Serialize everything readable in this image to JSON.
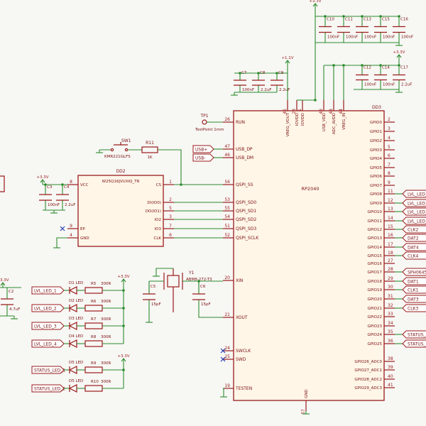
{
  "mcu": {
    "ref": "DD3",
    "value": "RP2040",
    "left_pins": [
      {
        "num": "26",
        "name": "RUN"
      },
      {
        "num": "47",
        "name": "USB_DP"
      },
      {
        "num": "46",
        "name": "USB_DM"
      },
      {
        "num": "56",
        "name": "QSPI_SS"
      },
      {
        "num": "53",
        "name": "QSPI_SD0"
      },
      {
        "num": "55",
        "name": "QSPI_SD1"
      },
      {
        "num": "54",
        "name": "QSPI_SD2"
      },
      {
        "num": "51",
        "name": "QSPI_SD3"
      },
      {
        "num": "52",
        "name": "QSPI_SCLK"
      },
      {
        "num": "20",
        "name": "XIN"
      },
      {
        "num": "21",
        "name": "XOUT"
      },
      {
        "num": "24",
        "name": "SWCLK"
      },
      {
        "num": "25",
        "name": "SWD"
      },
      {
        "num": "19",
        "name": "TESTEN"
      }
    ],
    "top_pins": [
      {
        "num": "45",
        "name": "VREG_VOUT"
      },
      {
        "num": "23",
        "name": "IOVDD"
      },
      {
        "num": "1",
        "name": "IOVDD"
      },
      {
        "num": "48",
        "name": "USB_VDD"
      },
      {
        "num": "43",
        "name": "ADC_AVDD"
      },
      {
        "num": "44",
        "name": "VREG_IN"
      }
    ],
    "bottom_pins": [
      {
        "num": "57",
        "name": "GND"
      }
    ],
    "right_pins": [
      {
        "num": "2",
        "name": "GPIO0"
      },
      {
        "num": "3",
        "name": "GPIO1"
      },
      {
        "num": "4",
        "name": "GPIO2"
      },
      {
        "num": "5",
        "name": "GPIO3"
      },
      {
        "num": "6",
        "name": "GPIO4"
      },
      {
        "num": "7",
        "name": "GPIO5"
      },
      {
        "num": "8",
        "name": "GPIO6"
      },
      {
        "num": "9",
        "name": "GPIO7"
      },
      {
        "num": "11",
        "name": "GPIO8"
      },
      {
        "num": "12",
        "name": "GPIO9"
      },
      {
        "num": "13",
        "name": "GPIO10"
      },
      {
        "num": "14",
        "name": "GPIO11"
      },
      {
        "num": "15",
        "name": "GPIO12"
      },
      {
        "num": "16",
        "name": "GPIO13"
      },
      {
        "num": "17",
        "name": "GPIO14"
      },
      {
        "num": "18",
        "name": "GPIO15"
      },
      {
        "num": "27",
        "name": "GPIO16"
      },
      {
        "num": "28",
        "name": "GPIO17"
      },
      {
        "num": "29",
        "name": "GPIO18"
      },
      {
        "num": "30",
        "name": "GPIO19"
      },
      {
        "num": "31",
        "name": "GPIO20"
      },
      {
        "num": "32",
        "name": "GPIO21"
      },
      {
        "num": "33",
        "name": "GPIO22"
      },
      {
        "num": "34",
        "name": "GPIO23"
      },
      {
        "num": "35",
        "name": "GPIO24"
      },
      {
        "num": "36",
        "name": "GPIO25"
      },
      {
        "num": "38",
        "name": "GPIO26_ADC0"
      },
      {
        "num": "39",
        "name": "GPIO27_ADC1"
      },
      {
        "num": "40",
        "name": "GPIO28_ADC2"
      },
      {
        "num": "41",
        "name": "GPIO29_ADC3"
      }
    ]
  },
  "flash": {
    "ref": "DD2",
    "value": "W25Q16JVUXIQ_TR",
    "left_pins": [
      {
        "num": "8",
        "name": "VCC"
      },
      {
        "num": "9",
        "name": "EP"
      },
      {
        "num": "4",
        "name": "GND"
      }
    ],
    "right_pins": [
      {
        "num": "1",
        "name": "CS"
      },
      {
        "num": "2",
        "name": "DI(IO0)"
      },
      {
        "num": "5",
        "name": "DO(IO1)"
      },
      {
        "num": "3",
        "name": "IO2"
      },
      {
        "num": "7",
        "name": "IO3"
      },
      {
        "num": "6",
        "name": "CLK"
      }
    ]
  },
  "switch": {
    "ref": "SW1",
    "value": "KMR221GLFS"
  },
  "resistor_r11": {
    "ref": "R11",
    "value": "1K"
  },
  "testpoint": {
    "ref": "TP1",
    "value": "TestPoint 1mm"
  },
  "crystal": {
    "ref": "Y1",
    "value": "ABM8-272-T3"
  },
  "crystal_caps": [
    {
      "ref": "C5",
      "value": "15pF"
    },
    {
      "ref": "C6",
      "value": "15pF"
    }
  ],
  "top_caps": [
    {
      "ref": "C10",
      "value": "100nF"
    },
    {
      "ref": "C11",
      "value": "100nF"
    },
    {
      "ref": "C13",
      "value": "100nF"
    },
    {
      "ref": "C15",
      "value": "100nF"
    },
    {
      "ref": "C16",
      "value": "100nF"
    }
  ],
  "vreg_caps": [
    {
      "ref": "C7",
      "value": "100nF"
    },
    {
      "ref": "C8",
      "value": "2.2uF"
    },
    {
      "ref": "C9",
      "value": "2.2uF"
    }
  ],
  "adc_caps": [
    {
      "ref": "C12",
      "value": "100nF"
    },
    {
      "ref": "C14",
      "value": "100nF"
    },
    {
      "ref": "C17",
      "value": "2.2uF"
    }
  ],
  "flash_caps": [
    {
      "ref": "C3",
      "value": "100nF"
    },
    {
      "ref": "C4",
      "value": "2.2uF"
    }
  ],
  "left_cap": {
    "ref": "C2",
    "value": "4.7uF"
  },
  "power": {
    "v33": "+3.3V",
    "v11": "+1.1V"
  },
  "usb_labels": [
    "USB+",
    "USB-"
  ],
  "leds": [
    {
      "net": "LVL_LED_1",
      "ref": "D1",
      "kind": "LED",
      "res": "R5",
      "res_val": "300R"
    },
    {
      "net": "LVL_LED_2",
      "ref": "D2",
      "kind": "LED",
      "res": "R6",
      "res_val": "300R"
    },
    {
      "net": "LVL_LED_3",
      "ref": "D3",
      "kind": "LED",
      "res": "R7",
      "res_val": "300R"
    },
    {
      "net": "LVL_LED_4",
      "ref": "D4",
      "kind": "LED",
      "res": "R8",
      "res_val": "300R"
    },
    {
      "net": "STATUS_LED_1",
      "ref": "D5",
      "kind": "LED",
      "res": "R9",
      "res_val": "300R"
    },
    {
      "net": "STATUS_LED_2",
      "ref": "D5",
      "kind": "LED",
      "res": "R10",
      "res_val": "300R"
    }
  ],
  "right_labels": [
    {
      "pin": "GPIO8",
      "text": "LVL_LED_"
    },
    {
      "pin": "GPIO9",
      "text": "LVL_LED_"
    },
    {
      "pin": "GPIO10",
      "text": "LVL_LED_"
    },
    {
      "pin": "GPIO11",
      "text": "LVL_LED_"
    },
    {
      "pin": "GPIO12",
      "text": "CLK2"
    },
    {
      "pin": "GPIO13",
      "text": "DAT2"
    },
    {
      "pin": "GPIO14",
      "text": "DAT4"
    },
    {
      "pin": "GPIO15",
      "text": "CLK4"
    },
    {
      "pin": "GPIO17",
      "text": "SPH0645_"
    },
    {
      "pin": "GPIO18",
      "text": "DAT1"
    },
    {
      "pin": "GPIO19",
      "text": "CLK1"
    },
    {
      "pin": "GPIO20",
      "text": "DAT3"
    },
    {
      "pin": "GPIO21",
      "text": "CLK3"
    },
    {
      "pin": "GPIO24",
      "text": "STATUS_"
    },
    {
      "pin": "GPIO25",
      "text": "STATUS_"
    }
  ]
}
